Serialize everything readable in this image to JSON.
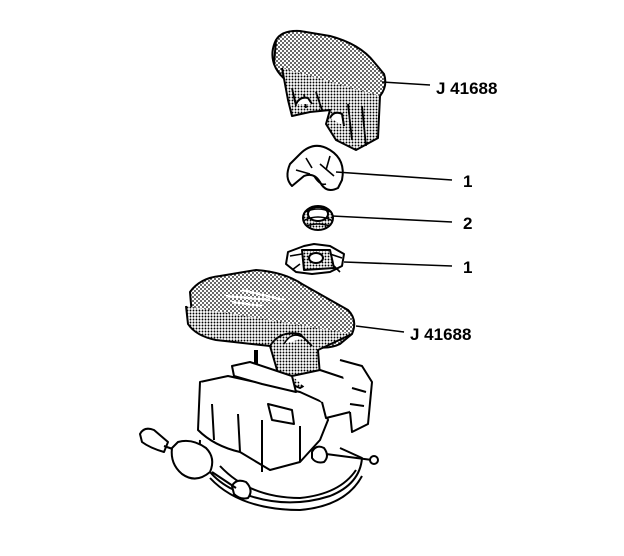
{
  "callouts": [
    {
      "id": "top-tool",
      "text": "J 41688"
    },
    {
      "id": "part-1-upper",
      "text": "1"
    },
    {
      "id": "part-2",
      "text": "2"
    },
    {
      "id": "part-1-lower",
      "text": "1"
    },
    {
      "id": "bottom-tool",
      "text": "J 41688"
    }
  ],
  "colors": {
    "ink": "#000000",
    "paper": "#ffffff",
    "stipple": "#000000"
  }
}
